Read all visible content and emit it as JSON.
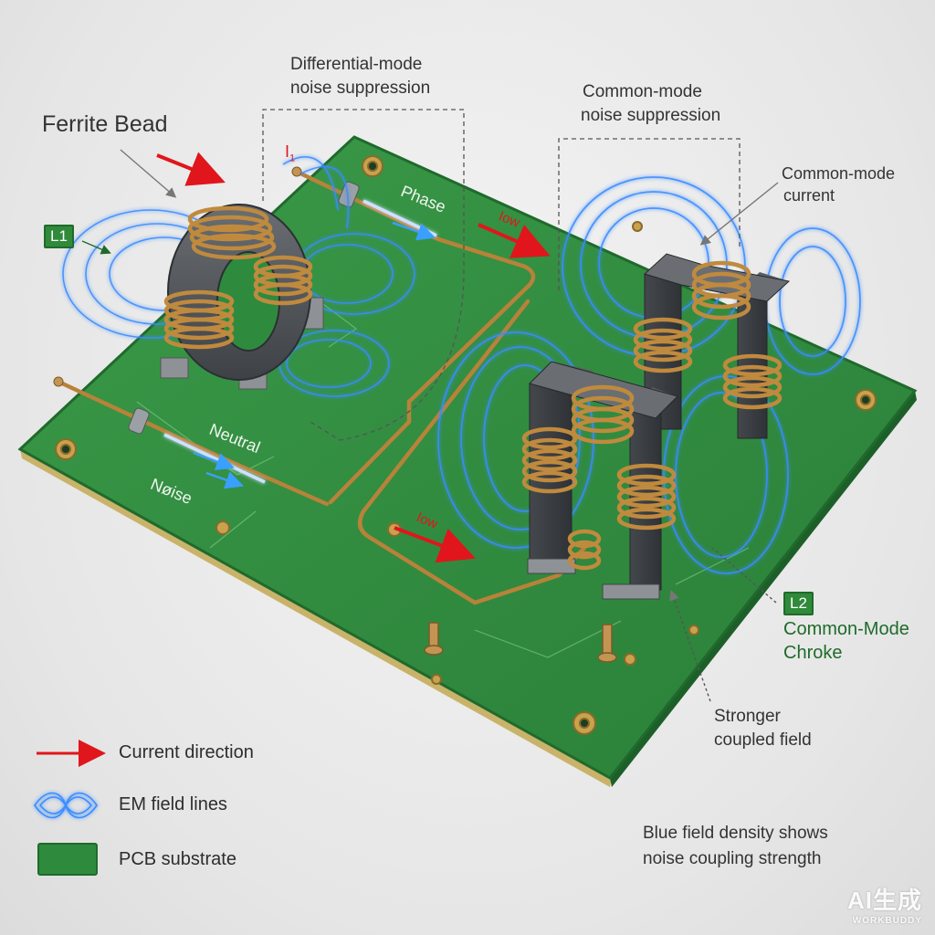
{
  "labels": {
    "ferrite_bead": "Ferrite Bead",
    "l1_badge": "L1",
    "differential_line1": "Differential-mode",
    "differential_line2": "noise suppression",
    "common_line1": "Common-mode",
    "common_line2": "noise suppression",
    "cm_current_line1": "Common-mode",
    "cm_current_line2": "current",
    "i1": "I",
    "i1_sub": "1",
    "phase": "Phase",
    "neutral": "Neutral",
    "noise": "Nøise",
    "iow_top": "Iow",
    "iow_bottom": "Iow",
    "l2_badge": "L2",
    "choke_line1": "Common-Mode",
    "choke_line2": "Chroke",
    "stronger_line1": "Stronger",
    "stronger_line2": "coupled field",
    "density_line1": "Blue field density shows",
    "density_line2": "noise coupling strength"
  },
  "legend": [
    {
      "name": "current-direction",
      "label": "Current direction"
    },
    {
      "name": "em-field-lines",
      "label": "EM field lines"
    },
    {
      "name": "pcb-substrate",
      "label": "PCB substrate"
    }
  ],
  "watermark": {
    "main": "AI生成",
    "sub": "WORKBUDDY"
  },
  "colors": {
    "pcb": "#2e8b3e",
    "pcb_edge": "#1f6a2c",
    "copper": "#b8823a",
    "field": "#3a8cff",
    "arrow": "#e0161c",
    "core": "#505458"
  }
}
